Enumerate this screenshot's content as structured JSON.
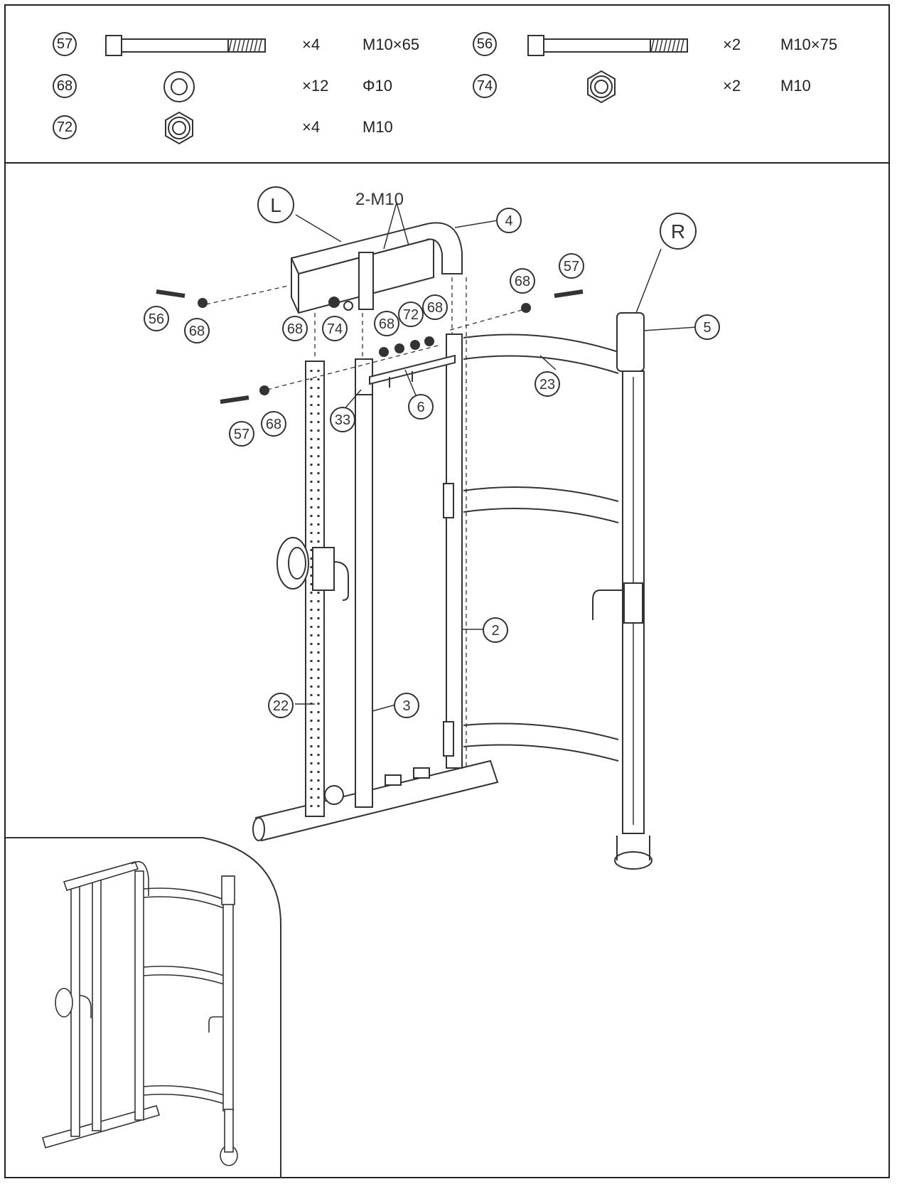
{
  "hardware": {
    "items": [
      {
        "part": "57",
        "qty": "×4",
        "spec": "M10×65",
        "icon": "bolt-icon"
      },
      {
        "part": "56",
        "qty": "×2",
        "spec": "M10×75",
        "icon": "bolt-icon"
      },
      {
        "part": "68",
        "qty": "×12",
        "spec": "Φ10",
        "icon": "washer-icon"
      },
      {
        "part": "74",
        "qty": "×2",
        "spec": "M10",
        "icon": "nut-icon"
      },
      {
        "part": "72",
        "qty": "×4",
        "spec": "M10",
        "icon": "nut-icon"
      }
    ]
  },
  "diagram": {
    "side_left": "L",
    "side_right": "R",
    "fastener_label": "2-M10",
    "callouts": {
      "p4": "4",
      "p5": "5",
      "p57a": "57",
      "p68a": "68",
      "p56": "56",
      "p68b": "68",
      "p68c": "68",
      "p74": "74",
      "p68d": "68",
      "p72": "72",
      "p68e": "68",
      "p23": "23",
      "p6": "6",
      "p33": "33",
      "p57b": "57",
      "p68f": "68",
      "p2": "2",
      "p22": "22",
      "p3": "3"
    }
  }
}
